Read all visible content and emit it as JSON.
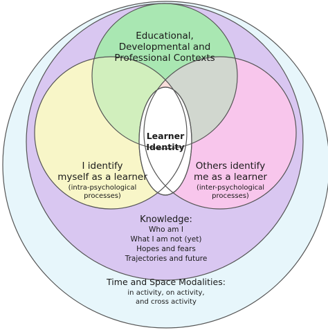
{
  "colors": {
    "outer_circle": "#e7f6fb",
    "middle_circle": "#d9c7f1",
    "top_circle": "#a9e7b2",
    "left_circle": "#f8f6c8",
    "right_circle": "#f8c6ec",
    "center_lens": "#ffffff",
    "stroke": "#555555"
  },
  "top_circle": {
    "lines": [
      "Educational,",
      "Developmental and",
      "Professional Contexts"
    ]
  },
  "center": {
    "lines": [
      "Learner",
      "Identity"
    ]
  },
  "left_circle": {
    "lines": [
      "I identify",
      "myself as a learner"
    ],
    "sub_lines": [
      "(intra-psychological",
      "processes)"
    ]
  },
  "right_circle": {
    "lines": [
      "Others identify",
      "me as a learner"
    ],
    "sub_lines": [
      "(inter-psychological",
      "processes)"
    ]
  },
  "knowledge": {
    "title": "Knowledge:",
    "items": [
      "Who am I",
      "What I am not (yet)",
      "Hopes and fears",
      "Trajectories and future"
    ]
  },
  "modalities": {
    "title": "Time and Space Modalities:",
    "items": [
      "in activity, on activity,",
      "and cross activity"
    ]
  }
}
